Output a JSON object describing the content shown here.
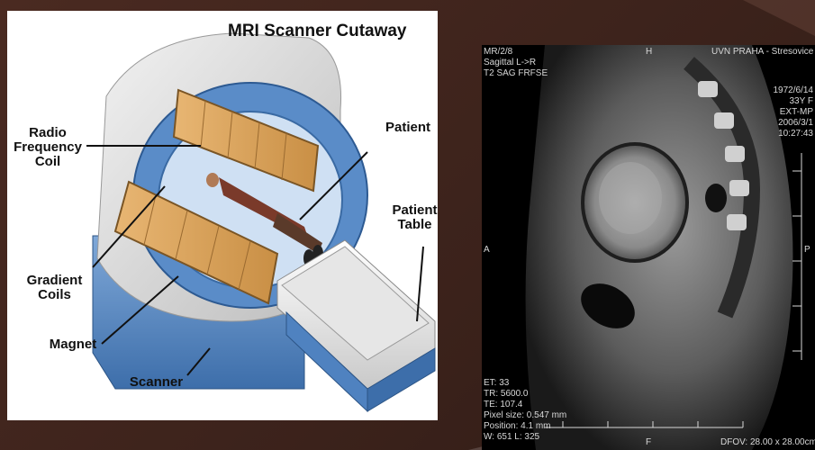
{
  "diagram": {
    "title": "MRI Scanner Cutaway",
    "labels": {
      "radio_frequency_coil": [
        "Radio",
        "Frequency",
        "Coil"
      ],
      "patient": "Patient",
      "patient_table": [
        "Patient",
        "Table"
      ],
      "gradient_coils": [
        "Gradient",
        "Coils"
      ],
      "magnet": "Magnet",
      "scanner": "Scanner"
    }
  },
  "mri_image": {
    "top_left": [
      "MR/2/8",
      "Sagittal L->R",
      "T2  SAG FRFSE"
    ],
    "top_center": "H",
    "top_right": "UVN PRAHA - Stresovice",
    "right_info": [
      "1972/6/14",
      "33Y F",
      "EXT-MP",
      "2006/3/1",
      "10:27:43"
    ],
    "left_marker": "A",
    "right_marker": "P",
    "bottom_left": [
      "ET: 33",
      "TR: 5600.0",
      "TE: 107.4",
      "Pixel size: 0.547 mm",
      "Position: 4.1 mm",
      "W: 651  L: 325"
    ],
    "bottom_center": "F",
    "bottom_right": "DFOV: 28.00 x 28.00cm"
  },
  "colors": {
    "background": "#3e241d",
    "scanner_blue": "#4f82c0",
    "coil_orange": "#d9a561"
  }
}
